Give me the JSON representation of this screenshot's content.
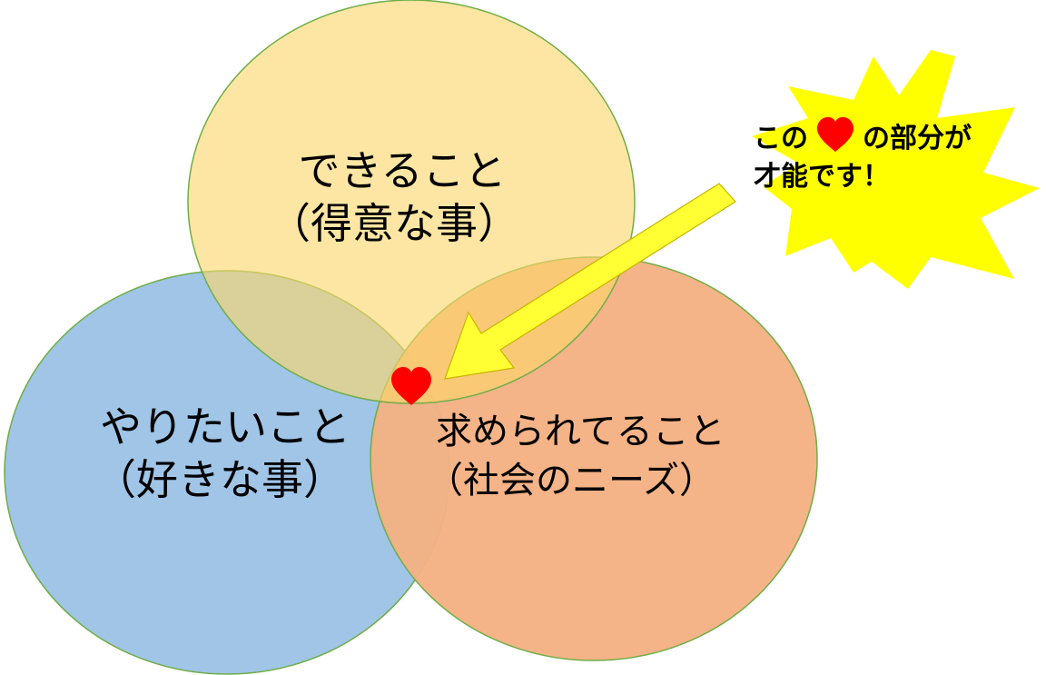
{
  "colors": {
    "circle_top": "#FCD66B",
    "circle_left": "#9DC3E6",
    "circle_right": "#F4B183",
    "circle_stroke": "#70AD47",
    "burst_fill": "#FFFF00",
    "arrow_fill": "#FFFF33",
    "arrow_stroke": "#C9B400",
    "heart": "#FF0000"
  },
  "diagram": {
    "circles": {
      "top": {
        "line1": "できること",
        "line2": "（得意な事）"
      },
      "left": {
        "line1": "やりたいこと",
        "line2": "（好きな事）"
      },
      "right": {
        "line1": "求められてること",
        "line2": "（社会のニーズ）"
      }
    },
    "intersection_icon": "heart-icon",
    "callout": {
      "line1_before": "この",
      "line1_after": "の部分が",
      "line2": "才能です！",
      "icon": "heart-icon"
    },
    "pointer": "arrow-icon"
  }
}
